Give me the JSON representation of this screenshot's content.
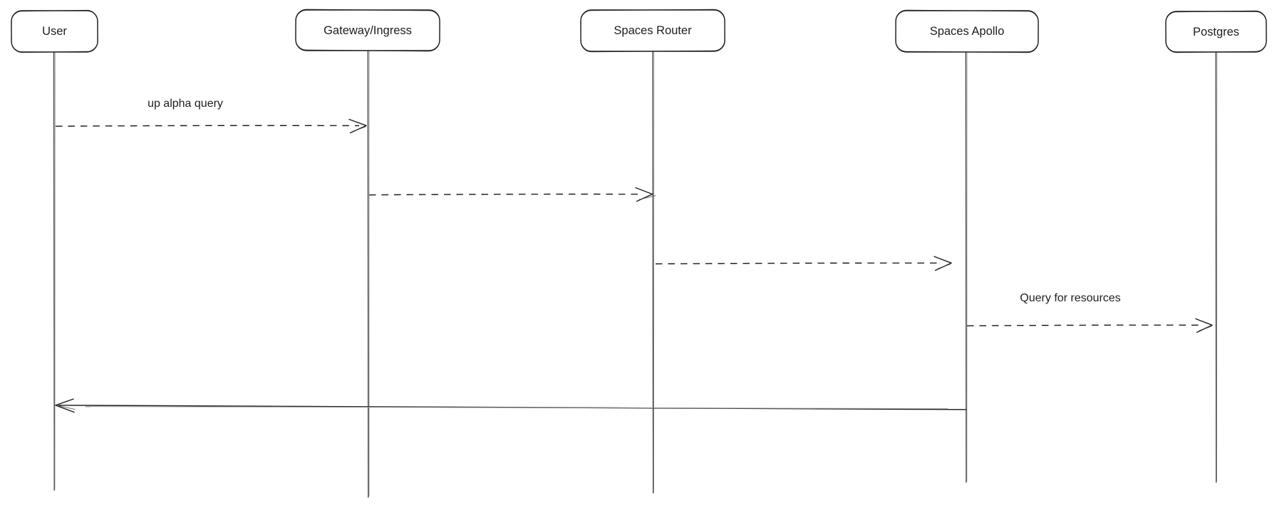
{
  "diagram": {
    "type": "sequence-diagram",
    "colors": {
      "stroke": "#1e1e1e",
      "background": "#ffffff"
    },
    "actors": [
      {
        "label": "User"
      },
      {
        "label": "Gateway/Ingress"
      },
      {
        "label": "Spaces Router"
      },
      {
        "label": "Spaces Apollo"
      },
      {
        "label": "Postgres"
      }
    ],
    "messages": [
      {
        "from": "User",
        "to": "Gateway/Ingress",
        "label": "up alpha query",
        "line": "dashed",
        "direction": "right"
      },
      {
        "from": "Gateway/Ingress",
        "to": "Spaces Router",
        "label": "",
        "line": "dashed",
        "direction": "right"
      },
      {
        "from": "Spaces Router",
        "to": "Spaces Apollo",
        "label": "",
        "line": "dashed",
        "direction": "right"
      },
      {
        "from": "Spaces Apollo",
        "to": "Postgres",
        "label": "Query for resources",
        "line": "dashed",
        "direction": "right"
      },
      {
        "from": "Spaces Apollo",
        "to": "User",
        "label": "",
        "line": "solid",
        "direction": "left"
      }
    ]
  }
}
